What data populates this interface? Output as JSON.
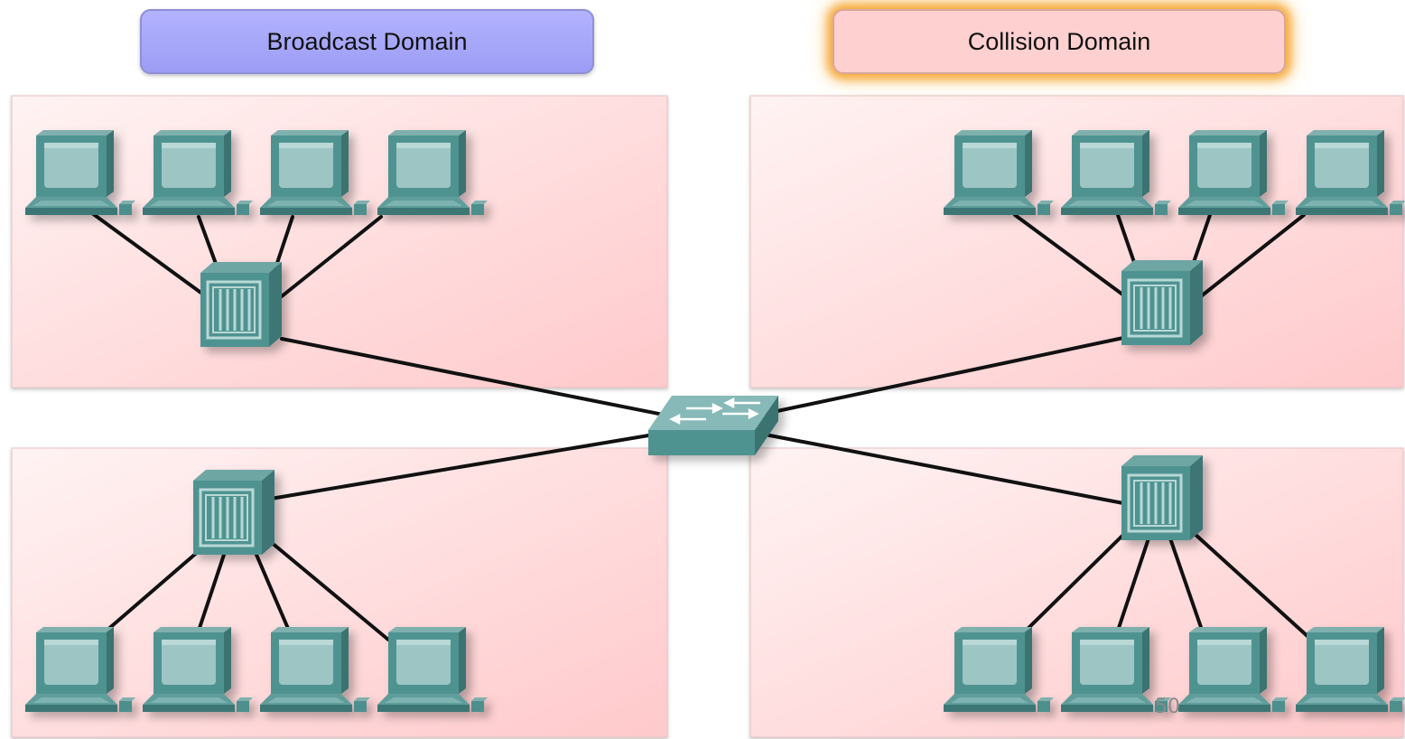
{
  "buttons": {
    "broadcast_domain": {
      "label": "Broadcast Domain",
      "color": "#a7a7fb"
    },
    "collision_domain": {
      "label": "Collision Domain",
      "color": "#ffd0d0",
      "glow": "#f5a028"
    }
  },
  "diagram": {
    "segments": [
      "top-left",
      "top-right",
      "bottom-left",
      "bottom-right"
    ],
    "hosts_per_segment": 4,
    "hub_icon": "hub-icon",
    "switch_icon": "switch-icon",
    "host_icon": "computer-icon",
    "colors": {
      "segment_bg": "#ffcfcf",
      "device": "#4d8f8d",
      "device_light": "#99c2c0",
      "link": "#111111"
    }
  },
  "page_number": "50"
}
